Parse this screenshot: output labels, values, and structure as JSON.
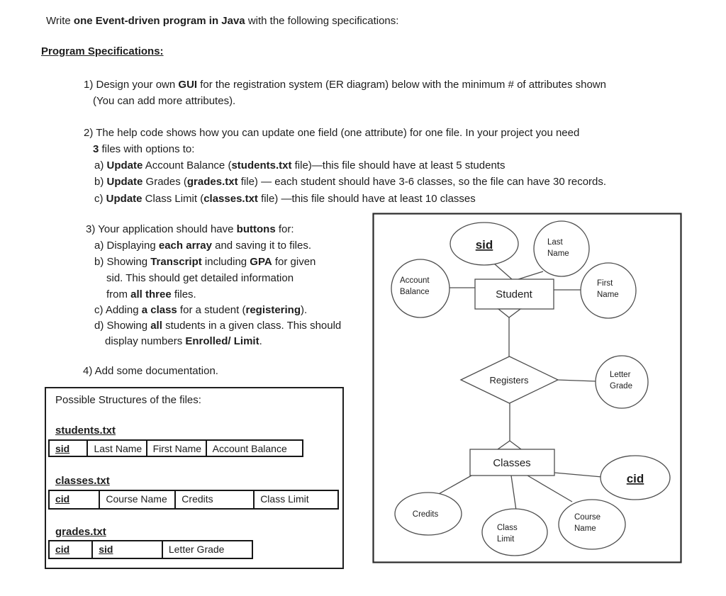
{
  "doc": {
    "lines": [
      [
        {
          "t": "Write "
        },
        {
          "t": "one Event-driven program in Java",
          "b": 1
        },
        {
          "t": " with the following specifications:"
        }
      ],
      [
        {
          "t": "Program Specifications:",
          "b": 1,
          "u": 1
        }
      ],
      [
        {
          "t": "1) Design your own "
        },
        {
          "t": "GUI",
          "b": 1
        },
        {
          "t": " for the registration system (ER diagram) below with the minimum # of attributes shown"
        }
      ],
      [
        {
          "t": "(You can add more attributes)."
        }
      ],
      [
        {
          "t": "2) The help code shows how you can update one field (one attribute) for one file. In your project you need"
        }
      ],
      [
        {
          "t": "3",
          "b": 1
        },
        {
          "t": " files with options to:"
        }
      ],
      [
        {
          "t": "a) "
        },
        {
          "t": "Update",
          "b": 1
        },
        {
          "t": " Account Balance ("
        },
        {
          "t": "students.txt",
          "b": 1
        },
        {
          "t": " file)—this file should have at least 5 students"
        }
      ],
      [
        {
          "t": "b) "
        },
        {
          "t": "Update",
          "b": 1
        },
        {
          "t": " Grades ("
        },
        {
          "t": "grades.txt",
          "b": 1
        },
        {
          "t": " file) — each student should have 3-6 classes, so the file can have 30 records."
        }
      ],
      [
        {
          "t": "c) "
        },
        {
          "t": "Update",
          "b": 1
        },
        {
          "t": " Class Limit ("
        },
        {
          "t": "classes.txt",
          "b": 1
        },
        {
          "t": " file) —this file should have at least 10 classes"
        }
      ],
      [
        {
          "t": "3) Your application should have "
        },
        {
          "t": "buttons",
          "b": 1
        },
        {
          "t": " for:"
        }
      ],
      [
        {
          "t": "a) Displaying "
        },
        {
          "t": "each array",
          "b": 1
        },
        {
          "t": " and saving it to files."
        }
      ],
      [
        {
          "t": "b) Showing "
        },
        {
          "t": "Transcript",
          "b": 1
        },
        {
          "t": " including "
        },
        {
          "t": "GPA",
          "b": 1
        },
        {
          "t": " for given"
        }
      ],
      [
        {
          "t": "sid. This should get detailed information"
        }
      ],
      [
        {
          "t": "from "
        },
        {
          "t": "all three",
          "b": 1
        },
        {
          "t": " files."
        }
      ],
      [
        {
          "t": "c) Adding "
        },
        {
          "t": "a class",
          "b": 1
        },
        {
          "t": " for a student ("
        },
        {
          "t": "registering",
          "b": 1
        },
        {
          "t": ")."
        }
      ],
      [
        {
          "t": "d) Showing "
        },
        {
          "t": "all",
          "b": 1
        },
        {
          "t": " students in a given class. This should"
        }
      ],
      [
        {
          "t": "display numbers "
        },
        {
          "t": "Enrolled/ Limit",
          "b": 1
        },
        {
          "t": "."
        }
      ],
      [
        {
          "t": "4) Add some documentation."
        }
      ]
    ]
  },
  "files_box": {
    "title": "Possible Structures of the files:",
    "students": {
      "label": "students.txt",
      "cols": [
        "sid",
        "Last Name",
        "First Name",
        "Account Balance"
      ]
    },
    "classes": {
      "label": "classes.txt",
      "cols": [
        "cid",
        "Course Name",
        "Credits",
        "Class Limit"
      ]
    },
    "grades": {
      "label": "grades.txt",
      "cols": [
        "cid",
        "sid",
        "Letter Grade"
      ]
    }
  },
  "er_diagram": {
    "entities": {
      "student": "Student",
      "classes": "Classes"
    },
    "relationship": "Registers",
    "attributes": {
      "sid": "sid",
      "last_name": [
        "Last",
        "Name"
      ],
      "account_balance": [
        "Account",
        "Balance"
      ],
      "first_name": [
        "First",
        "Name"
      ],
      "letter_grade": [
        "Letter",
        "Grade"
      ],
      "cid": "cid",
      "credits": "Credits",
      "class_limit": [
        "Class",
        "Limit"
      ],
      "course_name": [
        "Course",
        "Name"
      ]
    }
  },
  "colors": {
    "ink": "#1d1d1d",
    "diagram_stroke": "#4d4d4d",
    "border": "#1f1f1f"
  }
}
